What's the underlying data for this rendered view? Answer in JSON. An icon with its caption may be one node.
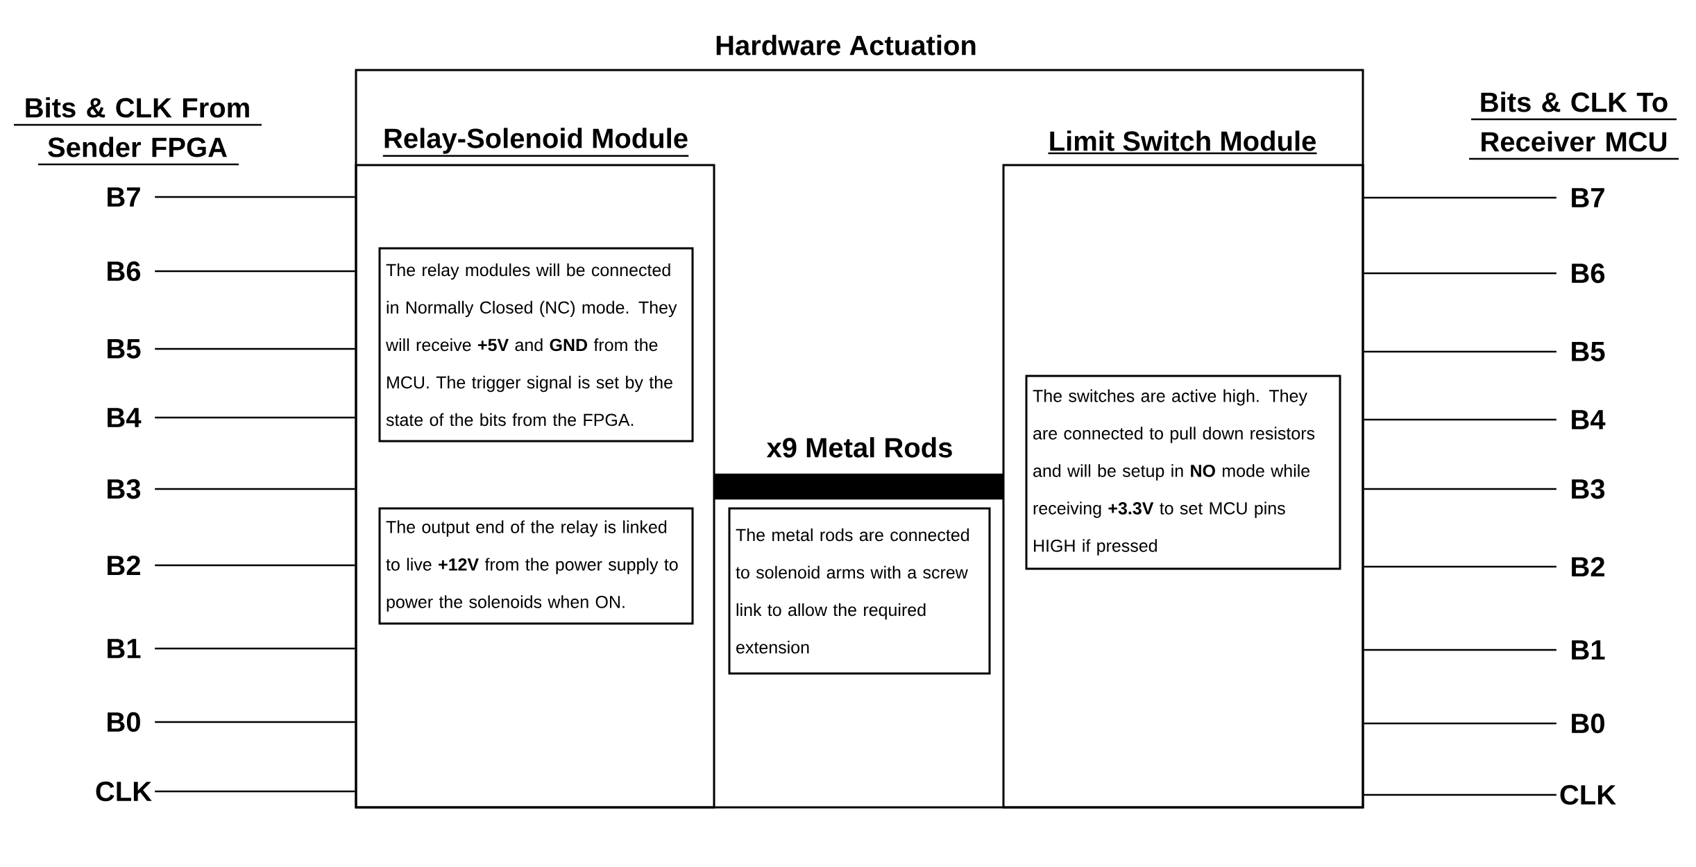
{
  "diagram": {
    "nodes": [
      {
        "text": [
          "Hardware Actuation"
        ]
      },
      {
        "text": [
          "Relay-Solenoid Module"
        ],
        "in": 0
      },
      {
        "text": [
          "The relay modules will be connected in Normally Closed (NC) mode. They will receive **+5V** and **GND** from the MCU. The trigger signal is set by the state of the bits from the FPGA."
        ],
        "in": 1
      },
      {
        "text": [
          "The output end of the relay is linked to live **+12V** from the power supply to power the solenoids when ON."
        ],
        "in": 1
      },
      {
        "text": [
          "x9 Metal Rods"
        ],
        "in": 0
      },
      {
        "text": [
          "The metal rods are connected to solenoid arms with a screw link to allow the required extension"
        ],
        "in": 0
      },
      {
        "text": [
          "Limit Switch Module"
        ],
        "in": 0
      },
      {
        "text": [
          "The switches are active high. They are connected to pull down resistors and will be setup in **NO** mode while receiving **+3.3V** to set MCU pins HIGH if pressed"
        ],
        "in": 6
      },
      {
        "text": [
          "B7"
        ]
      },
      {
        "text": [
          "B6"
        ]
      },
      {
        "text": [
          "B5"
        ]
      },
      {
        "text": [
          "B4"
        ]
      },
      {
        "text": [
          "B3"
        ]
      },
      {
        "text": [
          "B2"
        ]
      },
      {
        "text": [
          "B1"
        ]
      },
      {
        "text": [
          "B0"
        ]
      },
      {
        "text": [
          "CLK"
        ]
      },
      {
        "text": [
          "B7"
        ]
      },
      {
        "text": [
          "B6"
        ]
      },
      {
        "text": [
          "B5"
        ]
      },
      {
        "text": [
          "B4"
        ]
      },
      {
        "text": [
          "B3"
        ]
      },
      {
        "text": [
          "B2"
        ]
      },
      {
        "text": [
          "B1"
        ]
      },
      {
        "text": [
          "B0"
        ]
      },
      {
        "text": [
          "CLK"
        ]
      }
    ],
    "edges": [
      {
        "from": 8,
        "to": 1,
        "arrow": "none"
      },
      {
        "from": 9,
        "to": 1,
        "arrow": "none"
      },
      {
        "from": 10,
        "to": 1,
        "arrow": "none"
      },
      {
        "from": 11,
        "to": 1,
        "arrow": "none"
      },
      {
        "from": 12,
        "to": 1,
        "arrow": "none"
      },
      {
        "from": 13,
        "to": 1,
        "arrow": "none"
      },
      {
        "from": 14,
        "to": 1,
        "arrow": "none"
      },
      {
        "from": 15,
        "to": 1,
        "arrow": "none"
      },
      {
        "from": 16,
        "to": 1,
        "arrow": "none"
      },
      {
        "from": 6,
        "to": 17,
        "arrow": "none"
      },
      {
        "from": 6,
        "to": 18,
        "arrow": "none"
      },
      {
        "from": 6,
        "to": 19,
        "arrow": "none"
      },
      {
        "from": 6,
        "to": 20,
        "arrow": "none"
      },
      {
        "from": 6,
        "to": 21,
        "arrow": "none"
      },
      {
        "from": 6,
        "to": 22,
        "arrow": "none"
      },
      {
        "from": 6,
        "to": 23,
        "arrow": "none"
      },
      {
        "from": 6,
        "to": 24,
        "arrow": "none"
      },
      {
        "from": 6,
        "to": 25,
        "arrow": "none"
      }
    ],
    "labels": [
      "Bits & CLK From Sender FPGA",
      "Bits & CLK To Receiver MCU"
    ]
  }
}
